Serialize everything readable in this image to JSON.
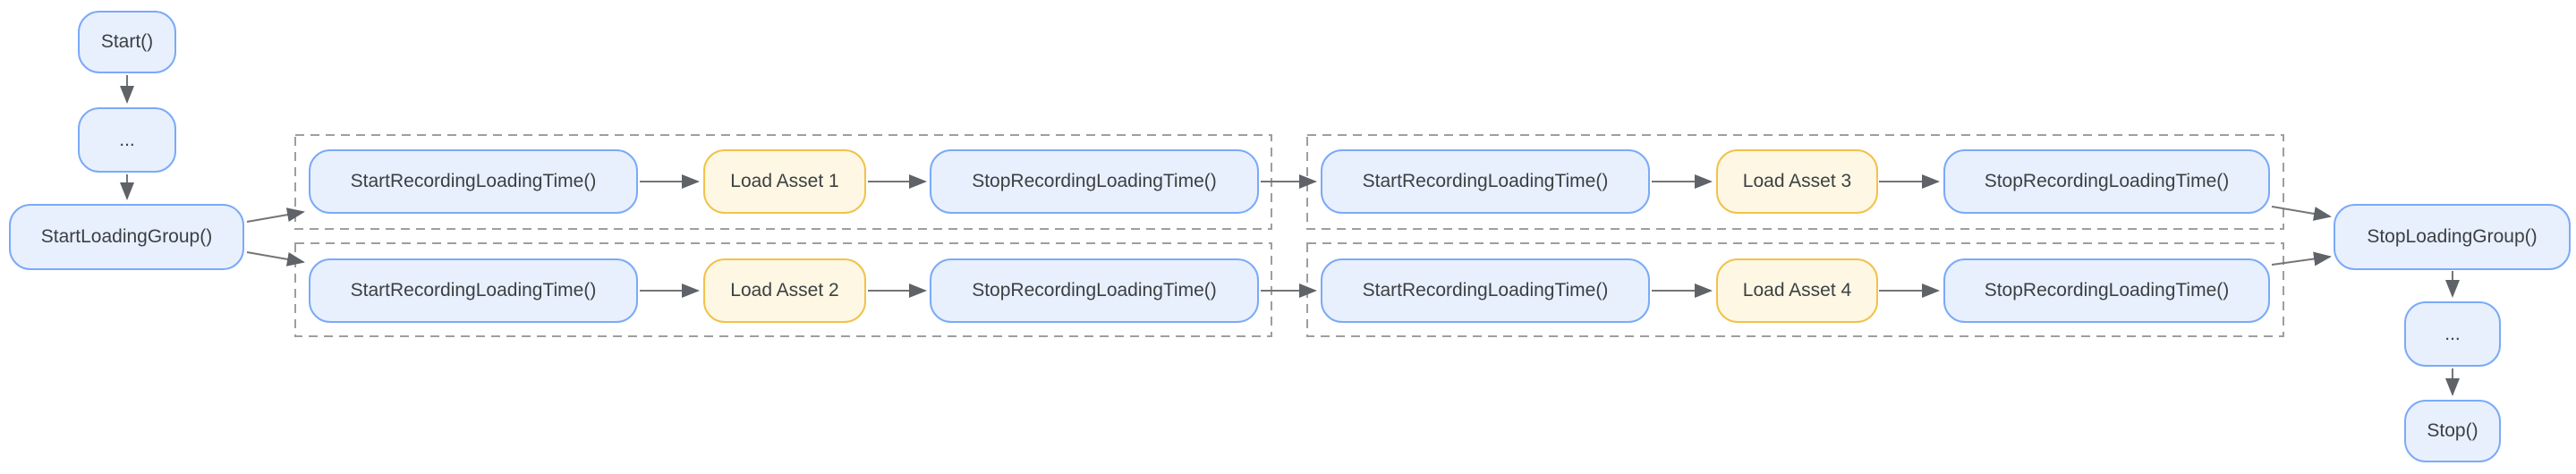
{
  "flow": {
    "entry": {
      "start": "Start()",
      "ellipsis": "...",
      "start_loading_group": "StartLoadingGroup()"
    },
    "groups": [
      {
        "rows": [
          {
            "start_recording": "StartRecordingLoadingTime()",
            "load_asset": "Load Asset 1",
            "stop_recording": "StopRecordingLoadingTime()"
          },
          {
            "start_recording": "StartRecordingLoadingTime()",
            "load_asset": "Load Asset 2",
            "stop_recording": "StopRecordingLoadingTime()"
          }
        ]
      },
      {
        "rows": [
          {
            "start_recording": "StartRecordingLoadingTime()",
            "load_asset": "Load Asset 3",
            "stop_recording": "StopRecordingLoadingTime()"
          },
          {
            "start_recording": "StartRecordingLoadingTime()",
            "load_asset": "Load Asset 4",
            "stop_recording": "StopRecordingLoadingTime()"
          }
        ]
      }
    ],
    "exit": {
      "stop_loading_group": "StopLoadingGroup()",
      "ellipsis": "...",
      "stop": "Stop()"
    }
  },
  "colors": {
    "node_fill": "#E8F0FE",
    "node_border": "#7BAAF7",
    "asset_fill": "#FEF7E3",
    "asset_border": "#F1C24B",
    "text": "#3C4043",
    "arrow_line": "#757575",
    "arrow_head": "#5F6368",
    "group_dash": "#9E9E9E",
    "background": "#FFFFFF"
  }
}
